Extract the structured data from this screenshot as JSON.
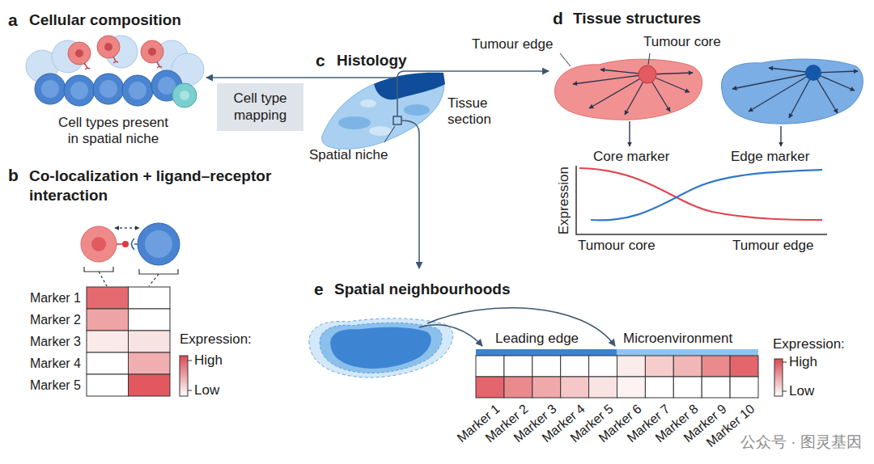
{
  "diagram": {
    "nodes": [
      {
        "text": [
          "a",
          "Cellular composition",
          "Cell types present in spatial niche"
        ]
      },
      {
        "text": [
          "b",
          "Co-localization + ligand–receptor interaction",
          "Marker 1",
          "Marker 2",
          "Marker 3",
          "Marker 4",
          "Marker 5",
          "Expression:",
          "High",
          "Low"
        ]
      },
      {
        "text": [
          "c",
          "Histology",
          "Tissue section",
          "Spatial niche"
        ]
      },
      {
        "text": [
          "d",
          "Tissue structures",
          "Tumour core",
          "Core marker",
          "Edge marker",
          "Expression",
          "Tumour core",
          "Tumour edge"
        ]
      },
      {
        "text": [
          "e",
          "Spatial neighbourhoods",
          "Leading edge",
          "Microenvironment",
          "Expression:",
          "High",
          "Low",
          "Marker 1",
          "Marker 2",
          "Marker 3",
          "Marker 4",
          "Marker 5",
          "Marker 6",
          "Marker 7",
          "Marker 8",
          "Marker 9",
          "Marker 10"
        ]
      }
    ],
    "edges": [
      {
        "from": 2,
        "to": 0,
        "arrow": "to",
        "label": "Cell type mapping"
      },
      {
        "from": 2,
        "to": 3,
        "arrow": "to"
      },
      {
        "from": 2,
        "to": 4,
        "arrow": "to"
      }
    ],
    "labels": [
      "Tumour edge",
      "公众号 · 图灵基因"
    ]
  }
}
